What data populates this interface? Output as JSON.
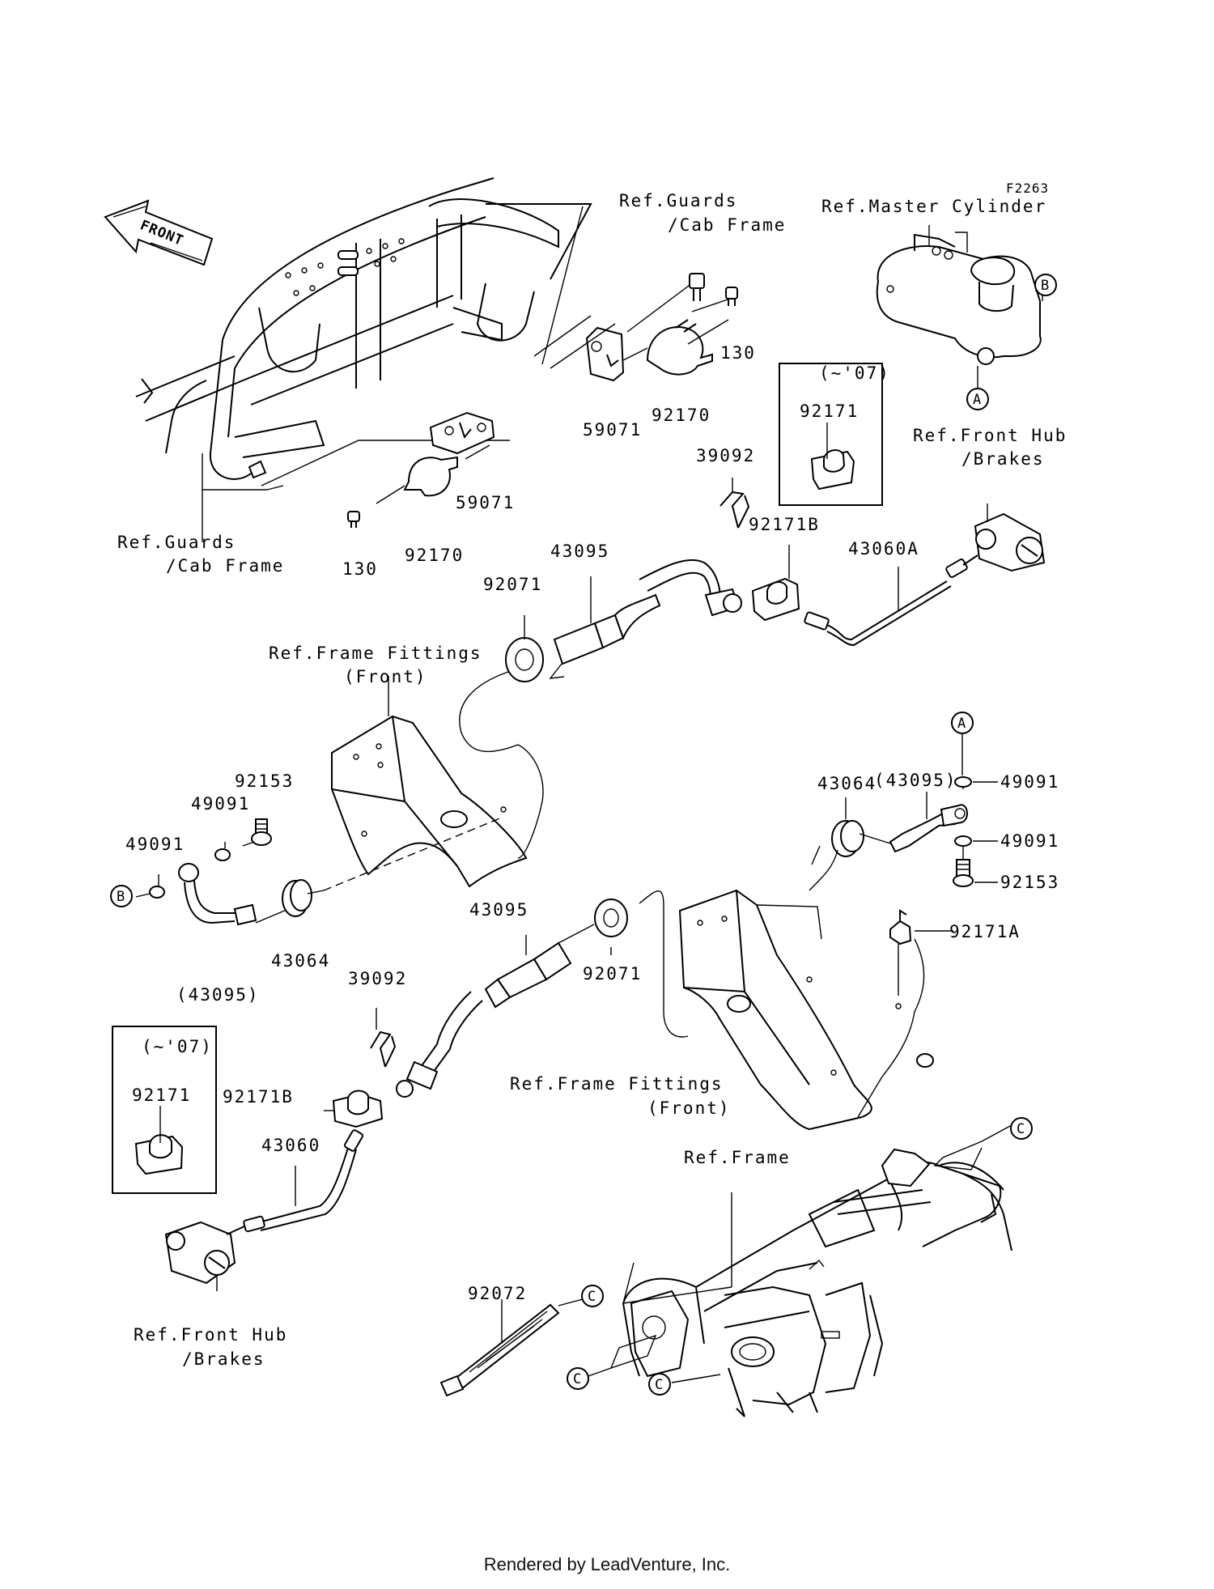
{
  "diagram_code": "F2263",
  "front_label": "FRONT",
  "refs": {
    "guards_cab_top_1": "Ref.Guards",
    "guards_cab_top_2": "/Cab Frame",
    "master_cylinder": "Ref.Master Cylinder",
    "guards_cab_left_1": "Ref.Guards",
    "guards_cab_left_2": "/Cab Frame",
    "front_hub_right_1": "Ref.Front Hub",
    "front_hub_right_2": "/Brakes",
    "frame_fittings_top_1": "Ref.Frame Fittings",
    "frame_fittings_top_2": "(Front)",
    "frame_fittings_mid_1": "Ref.Frame Fittings",
    "frame_fittings_mid_2": "(Front)",
    "frame": "Ref.Frame",
    "front_hub_left_1": "Ref.Front Hub",
    "front_hub_left_2": "/Brakes"
  },
  "model_range": "(~'07)",
  "parts": {
    "p130_top": "130",
    "p59071_top": "59071",
    "p92170_top": "92170",
    "p92171_top": "92171",
    "p39092_top": "39092",
    "p92171B_top": "92171B",
    "p43060A": "43060A",
    "p59071_left": "59071",
    "p92170_left": "92170",
    "p130_left": "130",
    "p43095_top": "43095",
    "p92071_top": "92071",
    "p43095_paren_right": "(43095)",
    "p43064_right": "43064",
    "p49091_r1": "49091",
    "p49091_r2": "49091",
    "p92153_right": "92153",
    "p92171A": "92171A",
    "p92153_left": "92153",
    "p49091_l1": "49091",
    "p49091_l2": "49091",
    "p43064_left": "43064",
    "p43095_paren_left": "(43095)",
    "p43095_mid": "43095",
    "p92071_mid": "92071",
    "p39092_left": "39092",
    "p92171_left": "92171",
    "p92171B_left": "92171B",
    "p43060": "43060",
    "p92072": "92072"
  },
  "callouts": {
    "A": "A",
    "B": "B",
    "C": "C"
  },
  "footer": "Rendered by LeadVenture, Inc."
}
